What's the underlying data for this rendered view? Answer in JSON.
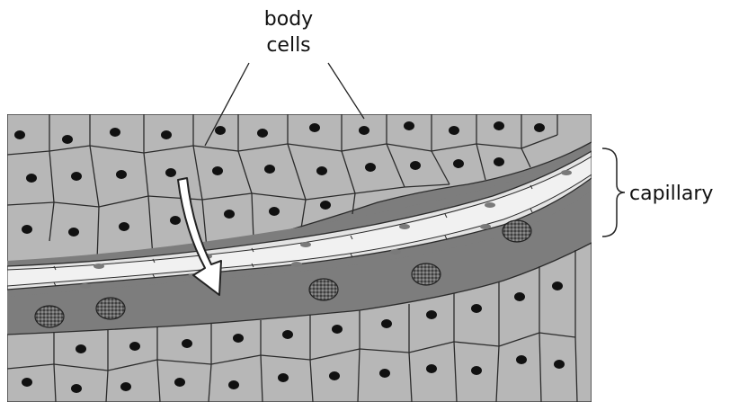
{
  "labels": {
    "body_cells_line1": "body",
    "body_cells_line2": "cells",
    "capillary": "capillary"
  },
  "colors": {
    "tissue_background": "#7d7d7d",
    "cell_fill": "#b7b7b7",
    "cell_outline": "#2b2b2b",
    "nucleus": "#111111",
    "capillary_wall": "#e4e4e4",
    "capillary_lumen": "#f1f1f1",
    "red_blood_cell": "#6f6f6f",
    "arrow_fill": "#ffffff",
    "arrow_stroke": "#222222"
  },
  "icons": {
    "flow_arrow": "curved-arrow-icon",
    "bracket": "curly-brace-icon"
  }
}
